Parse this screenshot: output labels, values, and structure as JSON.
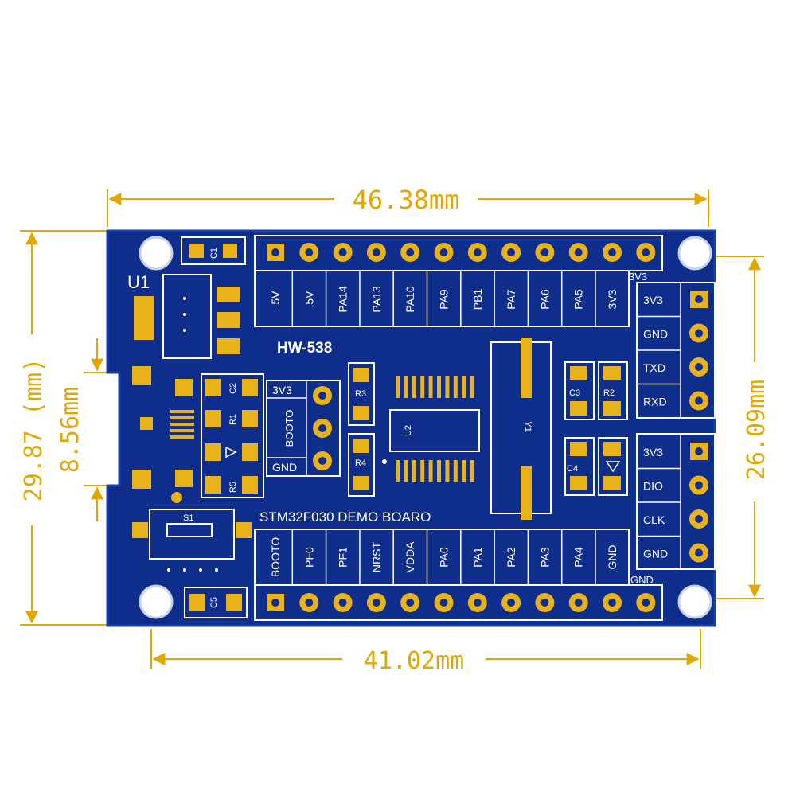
{
  "colors": {
    "board": "#0f2e8c",
    "board_edge": "#1a3fa8",
    "silk": "#ffffff",
    "pad": "#e8b21a",
    "dim": "#e0a800"
  },
  "dimensions": {
    "top_width": "46.38mm",
    "bottom_width": "41.02mm",
    "left_height": "29.87 (mm)",
    "left_inner": "8.56mm",
    "right_height": "26.09mm"
  },
  "board": {
    "model": "HW-538",
    "title": "STM32F030 DEMO BOARO",
    "top_header_labels": [
      ".5V",
      ".5V",
      "PA14",
      "PA13",
      "PA10",
      "PA9",
      "PB1",
      "PA7",
      "PA6",
      "PA5",
      "3V3"
    ],
    "top_header_corner": "3V3",
    "bottom_header_labels": [
      "BOOTO",
      "PF0",
      "PF1",
      "NRST",
      "VDDA",
      "PA0",
      "PA1",
      "PA2",
      "PA3",
      "PA4",
      "GND"
    ],
    "bottom_header_corner": "GND",
    "uart_labels": [
      "3V3",
      "GND",
      "TXD",
      "RXD"
    ],
    "swd_labels": [
      "3V3",
      "DIO",
      "CLK",
      "GND"
    ],
    "boot_labels": [
      "3V3",
      "BOOTO",
      "GND"
    ],
    "refs": {
      "u1": "U1",
      "u2": "U2",
      "y1": "Y1",
      "s1": "S1",
      "c1": "C1",
      "c2": "C2",
      "c3": "C3",
      "c4": "C4",
      "c5": "C5",
      "r1": "R1",
      "r2": "R2",
      "r3": "R3",
      "r4": "R4",
      "r5": "R5"
    }
  }
}
